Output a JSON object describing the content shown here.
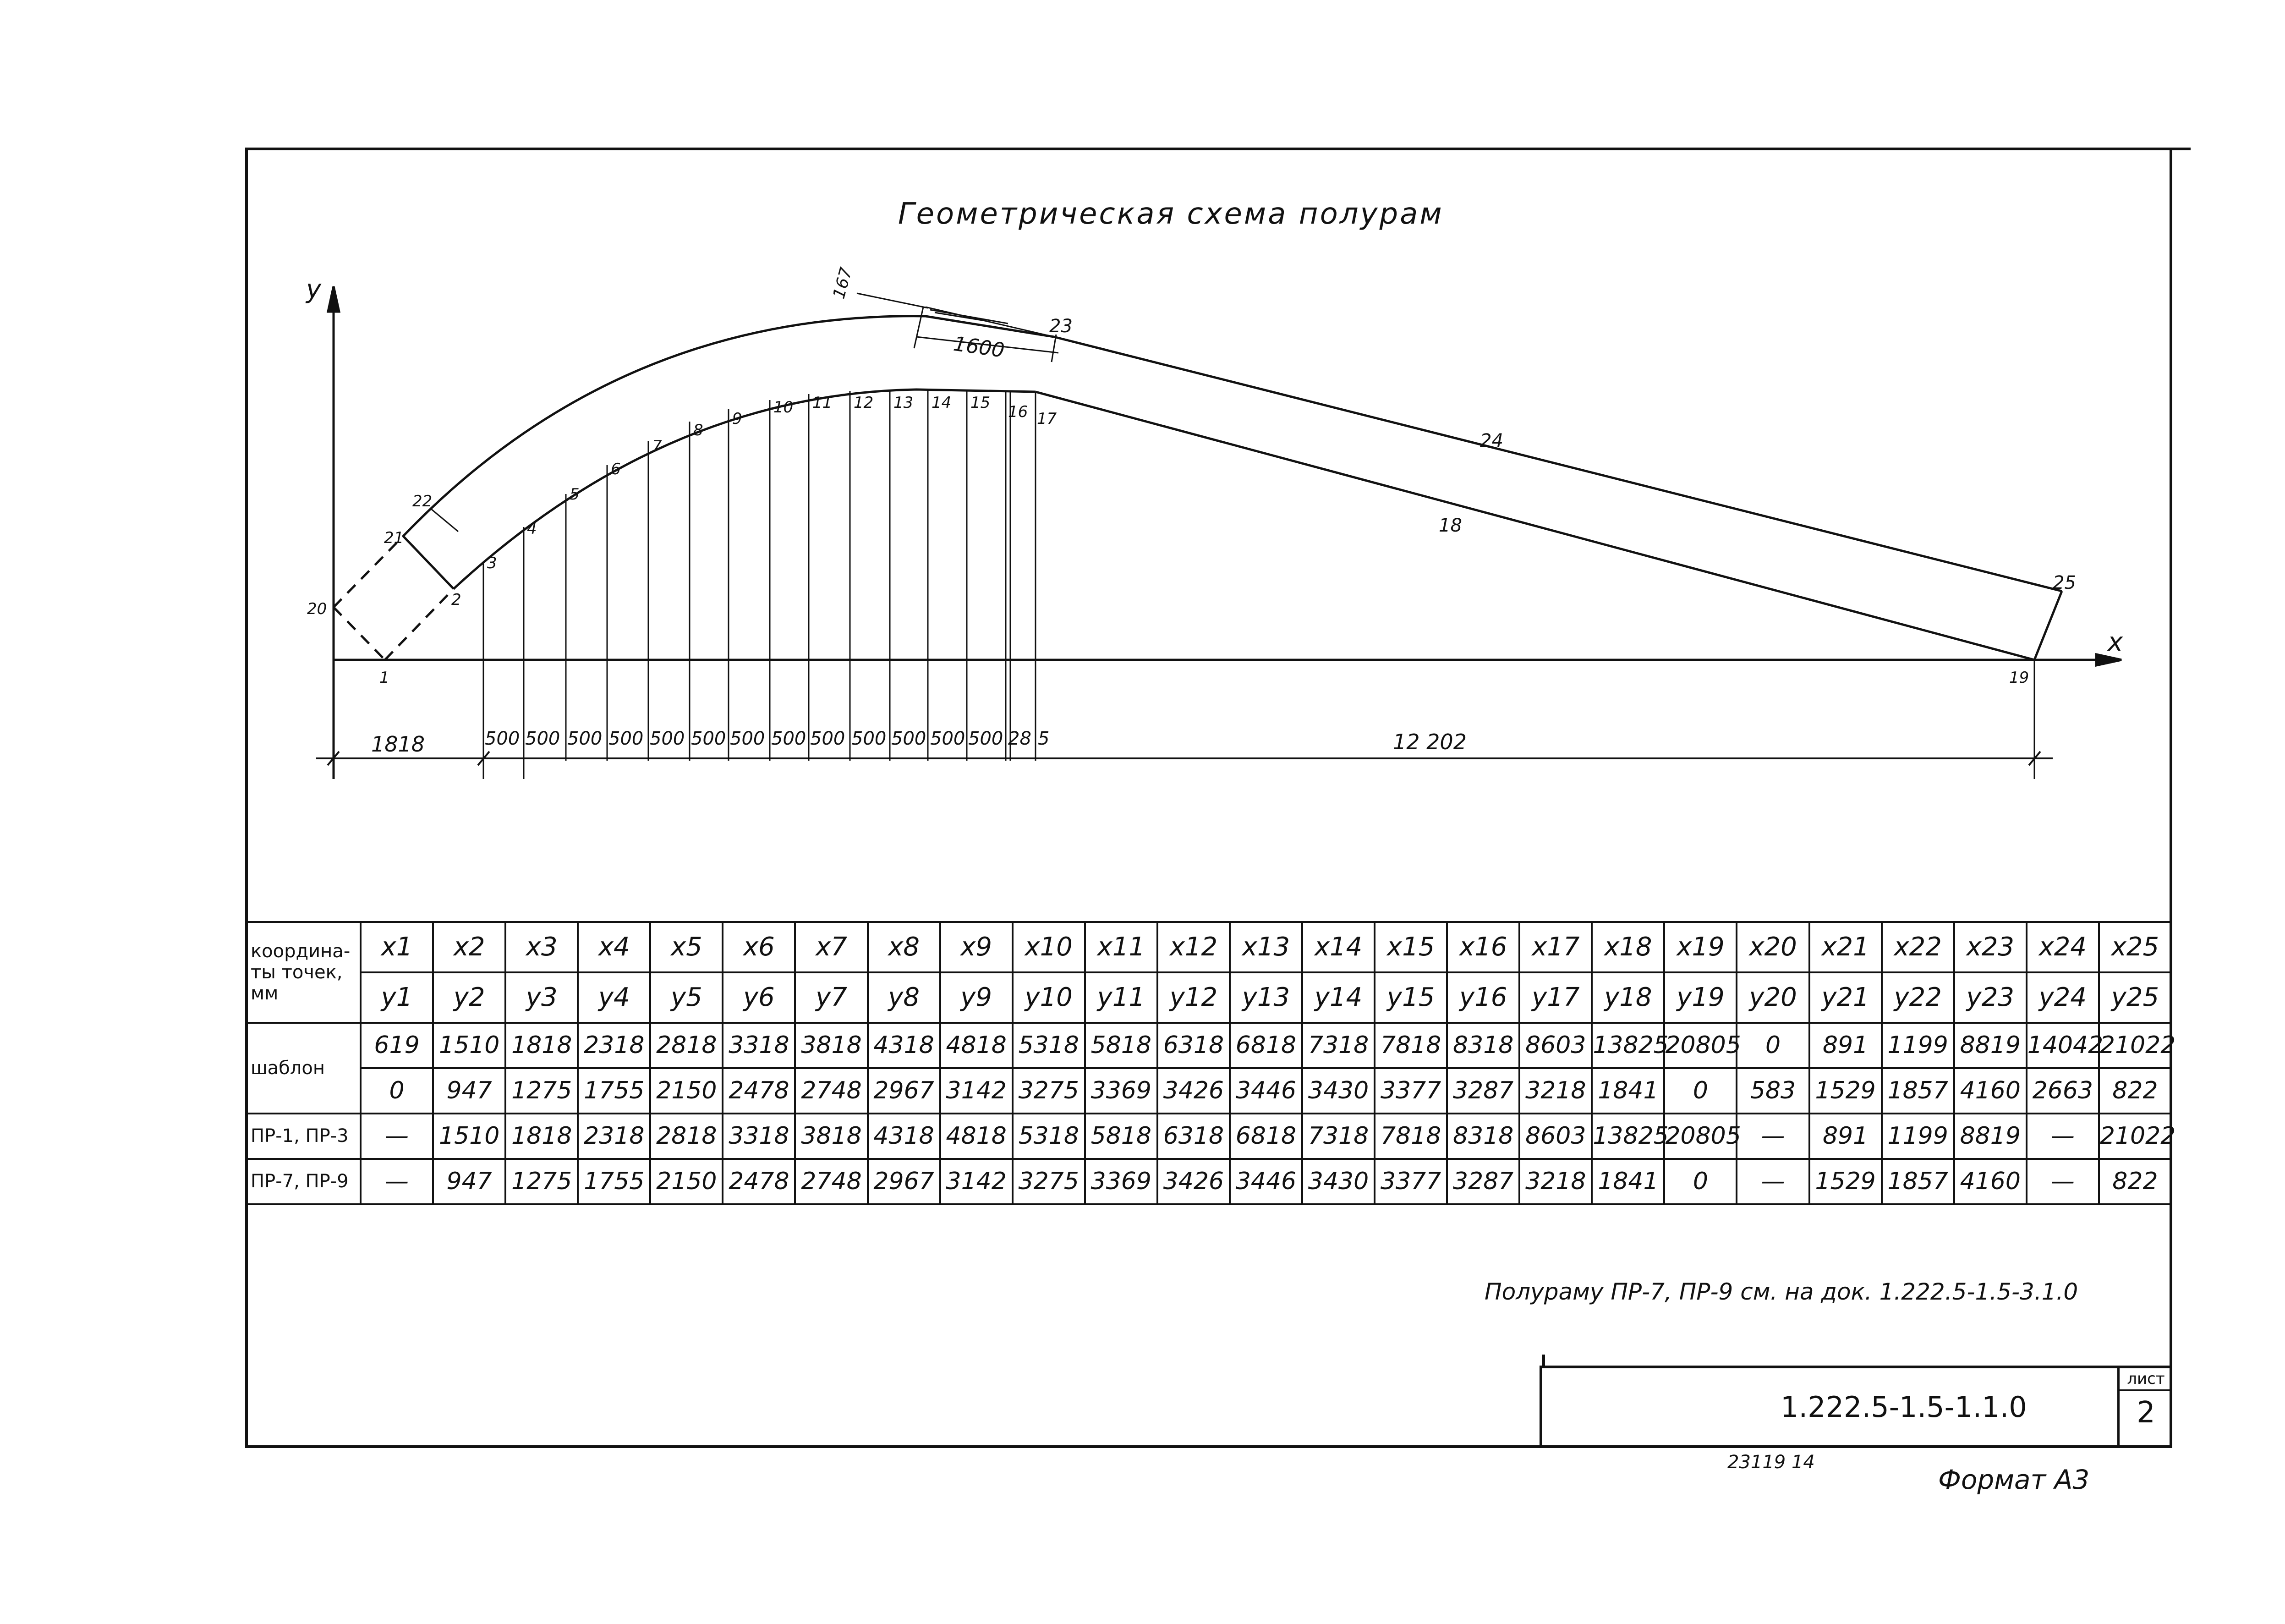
{
  "title": "Геометрическая схема полурам",
  "axis": {
    "y_label": "у",
    "x_label": "х"
  },
  "dims": {
    "d_167": "167",
    "d_1600": "1600",
    "bottom": [
      "1818",
      "500",
      "500",
      "500",
      "500",
      "500",
      "500",
      "500",
      "500",
      "500",
      "500",
      "500",
      "500",
      "500",
      "28",
      "5",
      "12 202"
    ]
  },
  "points": [
    "1",
    "2",
    "3",
    "4",
    "5",
    "6",
    "7",
    "8",
    "9",
    "10",
    "11",
    "12",
    "13",
    "14",
    "15",
    "16",
    "17",
    "18",
    "19",
    "20",
    "21",
    "22",
    "23",
    "24",
    "25"
  ],
  "table": {
    "header_label": "координа-ты точек, мм",
    "x_headers": [
      "x1",
      "x2",
      "x3",
      "x4",
      "x5",
      "x6",
      "x7",
      "x8",
      "x9",
      "x10",
      "x11",
      "x12",
      "x13",
      "x14",
      "x15",
      "x16",
      "x17",
      "x18",
      "x19",
      "x20",
      "x21",
      "x22",
      "x23",
      "x24",
      "x25"
    ],
    "y_headers": [
      "у1",
      "у2",
      "у3",
      "у4",
      "у5",
      "у6",
      "у7",
      "у8",
      "у9",
      "у10",
      "у11",
      "у12",
      "у13",
      "у14",
      "у15",
      "у16",
      "у17",
      "у18",
      "у19",
      "у20",
      "у21",
      "у22",
      "у23",
      "у24",
      "у25"
    ],
    "rows": [
      {
        "label": "шаблон",
        "x": [
          "619",
          "1510",
          "1818",
          "2318",
          "2818",
          "3318",
          "3818",
          "4318",
          "4818",
          "5318",
          "5818",
          "6318",
          "6818",
          "7318",
          "7818",
          "8318",
          "8603",
          "13825",
          "20805",
          "0",
          "891",
          "1199",
          "8819",
          "14042",
          "21022"
        ],
        "y": [
          "0",
          "947",
          "1275",
          "1755",
          "2150",
          "2478",
          "2748",
          "2967",
          "3142",
          "3275",
          "3369",
          "3426",
          "3446",
          "3430",
          "3377",
          "3287",
          "3218",
          "1841",
          "0",
          "583",
          "1529",
          "1857",
          "4160",
          "2663",
          "822"
        ]
      },
      {
        "label": "ПР-1, ПР-3",
        "x": [
          "—",
          "1510",
          "1818",
          "2318",
          "2818",
          "3318",
          "3818",
          "4318",
          "4818",
          "5318",
          "5818",
          "6318",
          "6818",
          "7318",
          "7818",
          "8318",
          "8603",
          "13825",
          "20805",
          "—",
          "891",
          "1199",
          "8819",
          "—",
          "21022"
        ]
      },
      {
        "label": "ПР-7, ПР-9",
        "y": [
          "—",
          "947",
          "1275",
          "1755",
          "2150",
          "2478",
          "2748",
          "2967",
          "3142",
          "3275",
          "3369",
          "3426",
          "3446",
          "3430",
          "3377",
          "3287",
          "3218",
          "1841",
          "0",
          "—",
          "1529",
          "1857",
          "4160",
          "—",
          "822"
        ]
      }
    ]
  },
  "note": "Полураму ПР-7, ПР-9 см. на док. 1.222.5-1.5-3.1.0",
  "stamp": {
    "code": "1.222.5-1.5-1.1.0",
    "sheet_label": "лист",
    "sheet_num": "2"
  },
  "footer_num": "23119   14",
  "format": "Формат А3"
}
